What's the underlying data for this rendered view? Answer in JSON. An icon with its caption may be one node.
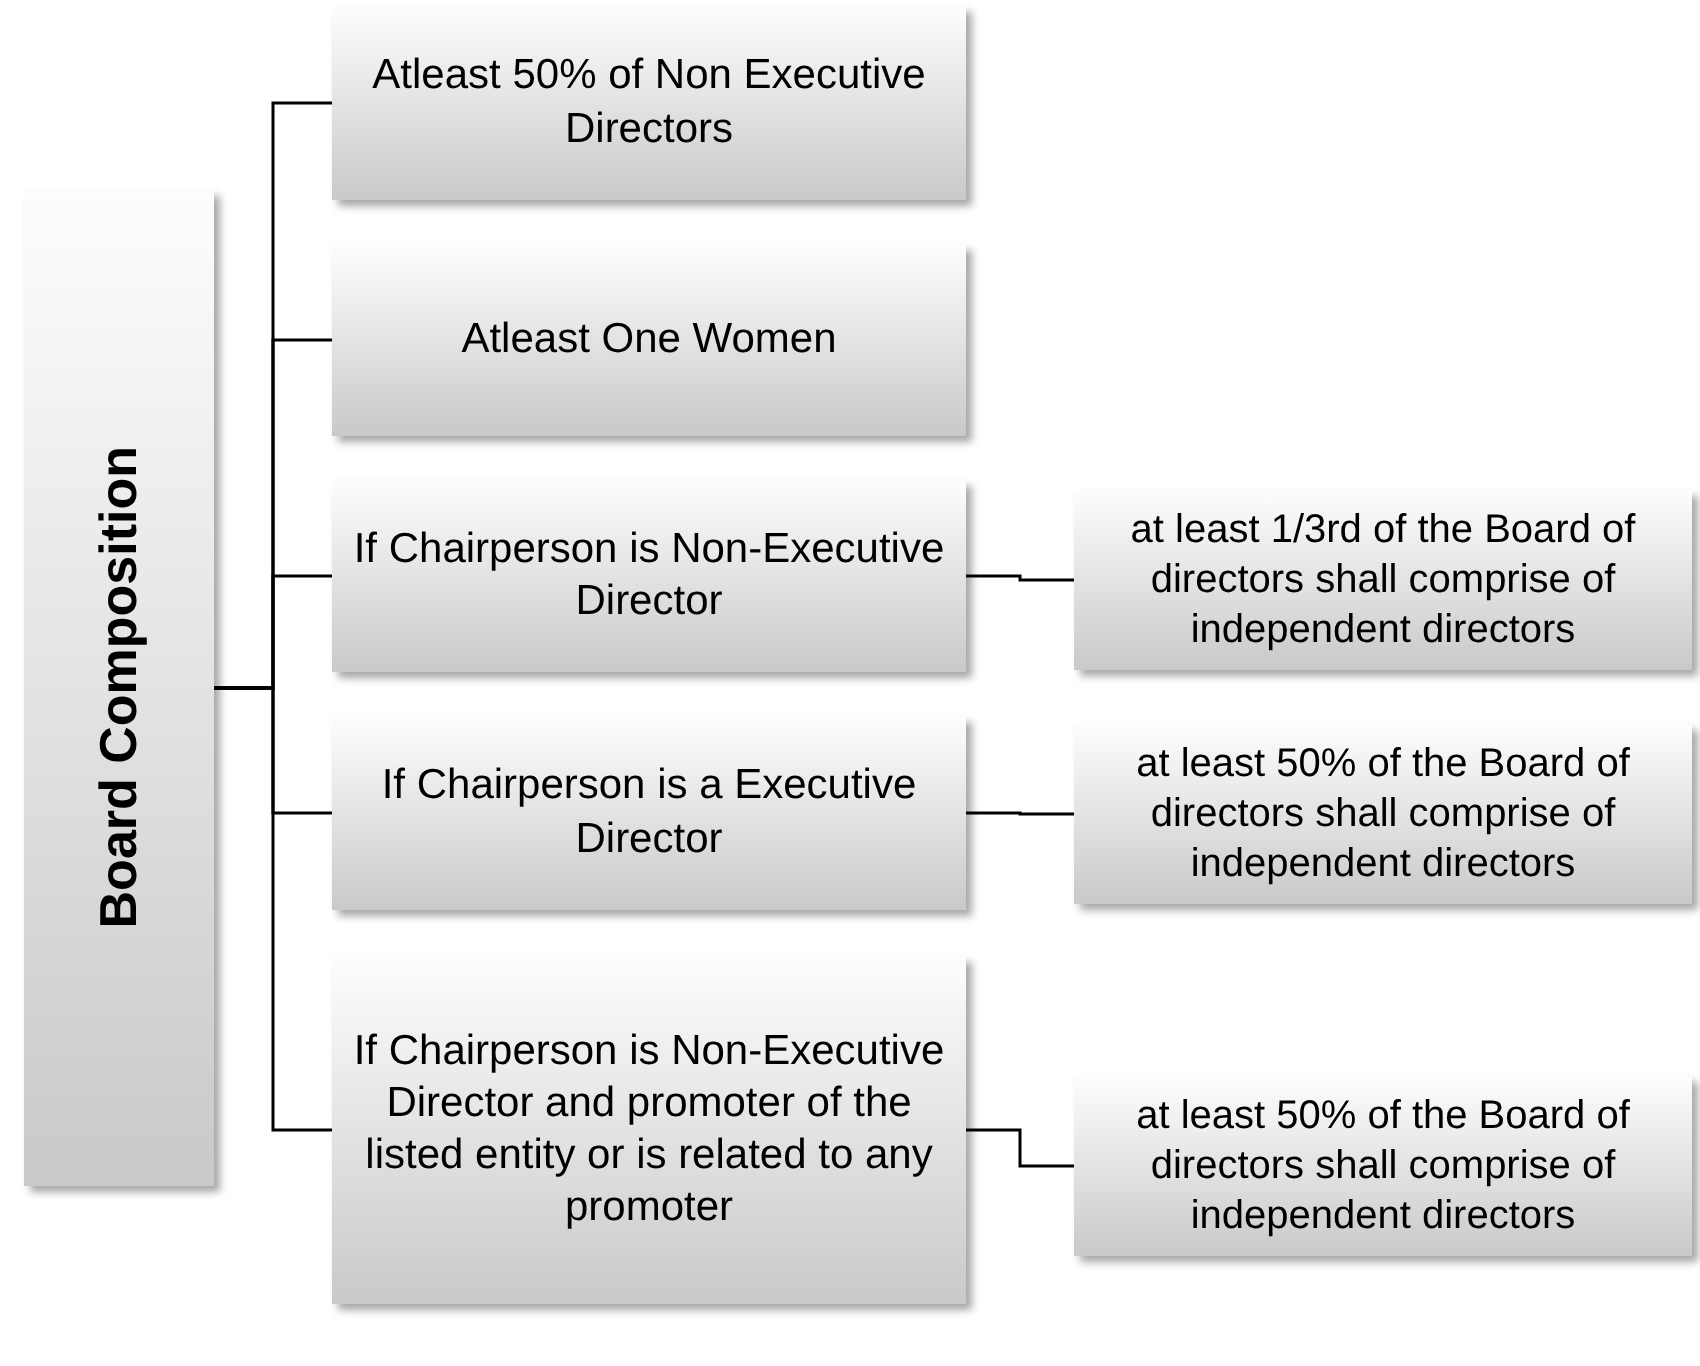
{
  "diagram": {
    "nodes": [
      {
        "text": [
          "Board Composition"
        ]
      },
      {
        "text": [
          "Atleast 50% of Non Executive Directors"
        ]
      },
      {
        "text": [
          "Atleast One Women"
        ]
      },
      {
        "text": [
          "If Chairperson is Non-Executive Director"
        ]
      },
      {
        "text": [
          "If Chairperson is a Executive Director"
        ]
      },
      {
        "text": [
          "If Chairperson is Non-Executive Director and promoter of the listed entity or is related to any promoter"
        ]
      },
      {
        "text": [
          "at least 1/3rd of the Board of directors shall comprise of independent directors"
        ]
      },
      {
        "text": [
          "at least 50% of the Board of directors shall comprise of independent directors"
        ]
      },
      {
        "text": [
          "at least 50% of the Board of directors shall comprise of independent directors"
        ]
      }
    ],
    "edges": [
      {
        "from": 0,
        "to": 1,
        "arrow": "none"
      },
      {
        "from": 0,
        "to": 2,
        "arrow": "none"
      },
      {
        "from": 0,
        "to": 3,
        "arrow": "none"
      },
      {
        "from": 0,
        "to": 4,
        "arrow": "none"
      },
      {
        "from": 0,
        "to": 5,
        "arrow": "none"
      },
      {
        "from": 3,
        "to": 6,
        "arrow": "none"
      },
      {
        "from": 4,
        "to": 7,
        "arrow": "none"
      },
      {
        "from": 5,
        "to": 8,
        "arrow": "none"
      }
    ]
  }
}
